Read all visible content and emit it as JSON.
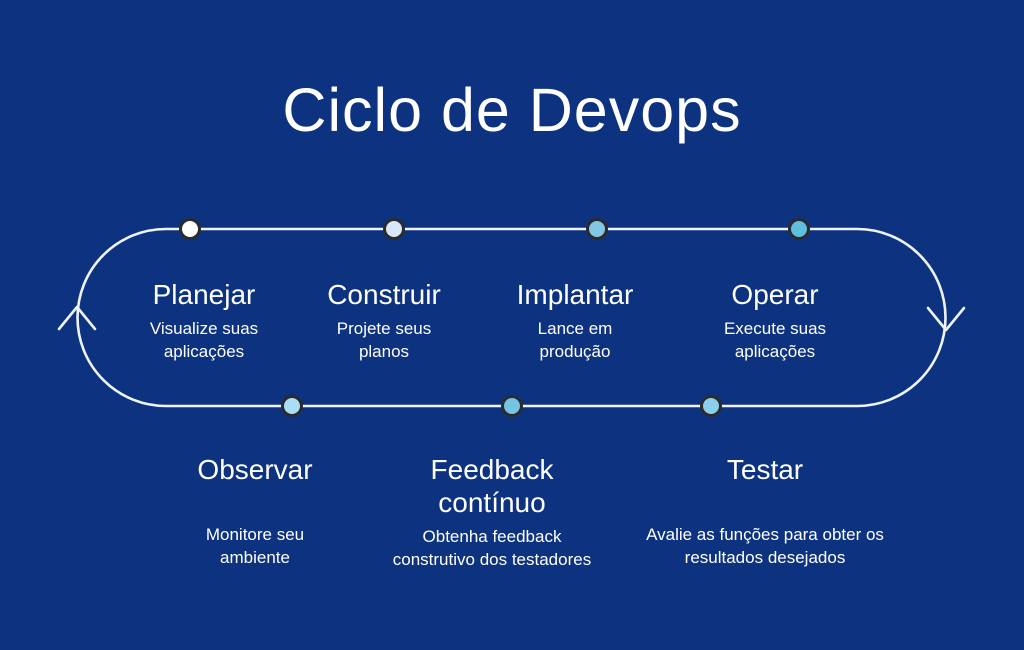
{
  "title": "Ciclo de Devops",
  "colors": {
    "background": "#0D3380",
    "text": "#FFFFFF",
    "loop_line": "#EFF3FB",
    "dot_ring": "#2B2B2E"
  },
  "cycle": {
    "top_stages": [
      {
        "name": "Planejar",
        "description": "Visualize suas aplicações",
        "dot_color": "#FFFFFF"
      },
      {
        "name": "Construir",
        "description": "Projete seus planos",
        "dot_color": "#D7E9F8"
      },
      {
        "name": "Implantar",
        "description": "Lance em produção",
        "dot_color": "#82C8E4"
      },
      {
        "name": "Operar",
        "description": "Execute suas aplicações",
        "dot_color": "#5FBFE1"
      }
    ],
    "bottom_stages": [
      {
        "name": "Observar",
        "description": "Monitore seu ambiente",
        "dot_color": "#A9DEF6"
      },
      {
        "name": "Feedback contínuo",
        "description": "Obtenha feedback construtivo dos testadores",
        "dot_color": "#74C4E4"
      },
      {
        "name": "Testar",
        "description": "Avalie as funções para obter os resultados desejados",
        "dot_color": "#8CCFEA"
      }
    ]
  }
}
